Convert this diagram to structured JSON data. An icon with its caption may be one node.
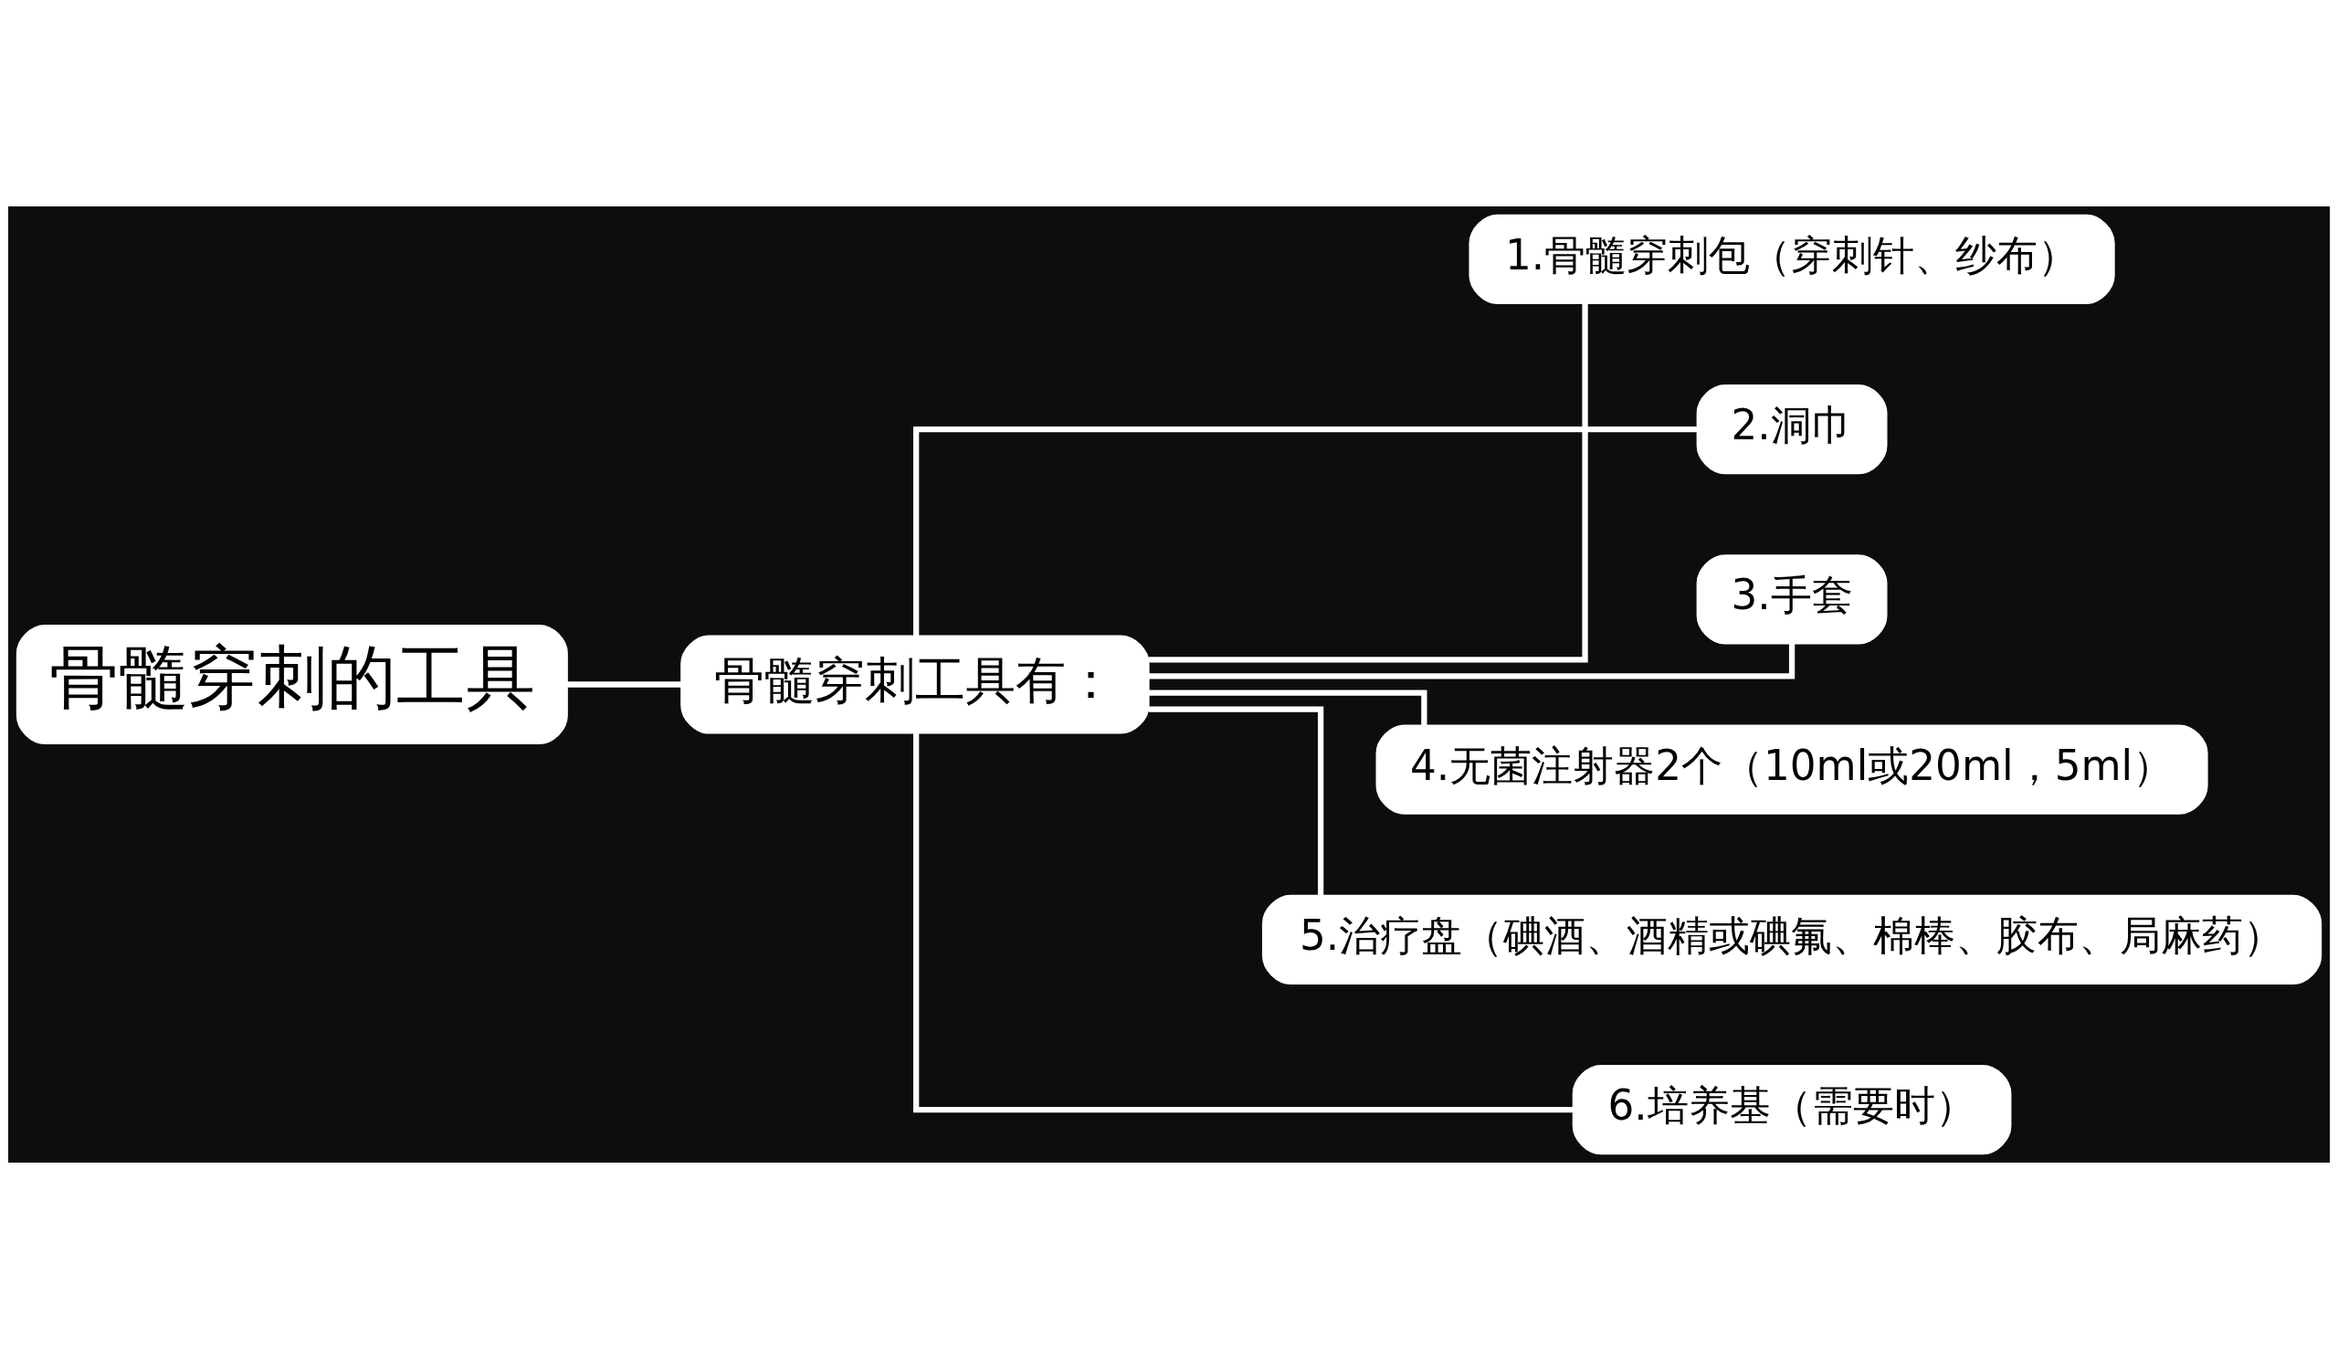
{
  "diagram": {
    "nodes": [
      {
        "text": [
          "骨髓穿刺的工具"
        ]
      },
      {
        "text": [
          "骨髓穿刺工具有："
        ]
      },
      {
        "text": [
          "1.骨髓穿刺包（穿刺针、纱布）"
        ]
      },
      {
        "text": [
          "2.洞巾"
        ]
      },
      {
        "text": [
          "3.手套"
        ]
      },
      {
        "text": [
          "4.无菌注射器2个（10ml或20ml，5ml）"
        ]
      },
      {
        "text": [
          "5.治疗盘（碘酒、酒精或碘氟、棉棒、胶布、局麻药）"
        ]
      },
      {
        "text": [
          "6.培养基（需要时）"
        ]
      }
    ],
    "edges": [
      {
        "from": 0,
        "to": 1,
        "arrow": "none"
      },
      {
        "from": 1,
        "to": 2,
        "arrow": "none"
      },
      {
        "from": 1,
        "to": 3,
        "arrow": "none"
      },
      {
        "from": 1,
        "to": 4,
        "arrow": "none"
      },
      {
        "from": 1,
        "to": 5,
        "arrow": "none"
      },
      {
        "from": 1,
        "to": 6,
        "arrow": "none"
      },
      {
        "from": 1,
        "to": 7,
        "arrow": "none"
      }
    ]
  }
}
